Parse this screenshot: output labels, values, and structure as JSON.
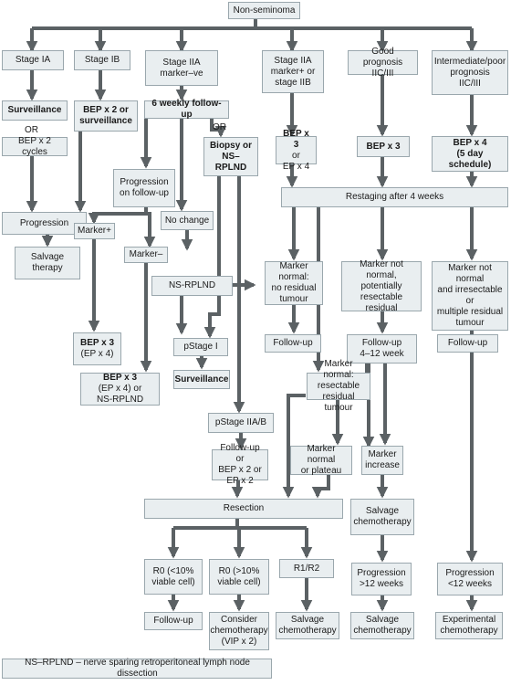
{
  "nodes": {
    "top": "Non-seminoma",
    "stage_ia": "Stage IA",
    "stage_ib": "Stage IB",
    "stage_iia_neg": "Stage IIA\nmarker–ve",
    "stage_iia_pos": "Stage IIA\nmarker+ or\nstage IIB",
    "good_prog": "Good prognosis\nIIC/III",
    "int_poor_prog": "Intermediate/poor\nprognosis\nIIC/III",
    "surveillance_1": "Surveillance",
    "or_1": "OR",
    "bep2_cycles": "BEP x 2 cycles",
    "bep2_or_surv": "BEP x 2 or\nsurveillance",
    "weekly_fu": "6 weekly follow-up",
    "or_2": "OR",
    "biopsy": "Biopsy or\nNS–RPLND",
    "progression_fu": "Progression\non follow-up",
    "progression": "Progression",
    "no_change": "No change",
    "marker_plus": "Marker+",
    "marker_minus": "Marker–",
    "salvage_therapy": "Salvage\ntherapy",
    "ns_rplnd": "NS-RPLND",
    "bep3_a_bold": "BEP x 3",
    "bep3_a_sub": "(EP x 4)",
    "bep3_b_bold": "BEP x 3",
    "bep3_b_rest": "(EP x 4) or\nNS-RPLND",
    "pstage1": "pStage I",
    "surveillance_2": "Surveillance",
    "bep3_c_bold": "BEP x 3",
    "bep3_c_rest": "or\nEP x 4",
    "bep3_d": "BEP x 3",
    "bep4": "BEP x 4\n(5 day schedule)",
    "restaging": "Restaging after 4 weeks",
    "marker_normal_none": "Marker normal:\nno residual\ntumour",
    "marker_not_normal_res": "Marker not\nnormal, potentially\nresectable residual",
    "marker_not_normal_irres": "Marker not normal\nand irresectable or\nmultiple residual\ntumour",
    "followup_1": "Follow-up",
    "followup_4_12": "Follow-up\n4–12 week",
    "followup_2": "Follow-up",
    "marker_normal_res": "Marker normal:\nresectable\nresidual tumour",
    "pstage_iiab": "pStage IIA/B",
    "fu_or_bep": "Follow-up or\nBEP x 2 or\nEP x 2",
    "marker_normal_plateau": "Marker normal\nor plateau",
    "marker_increase": "Marker\nincrease",
    "resection": "Resection",
    "salvage_chemo_1": "Salvage\nchemotherapy",
    "r0_lt10": "R0 (<10%\nviable cell)",
    "r0_gt10": "R0 (>10%\nviable cell)",
    "r1r2": "R1/R2",
    "prog_gt12": "Progression\n>12 weeks",
    "prog_lt12": "Progression\n<12 weeks",
    "followup_3": "Follow-up",
    "consider_chemo": "Consider\nchemotherapy\n(VIP x 2)",
    "salvage_chemo_2": "Salvage\nchemotherapy",
    "salvage_chemo_3": "Salvage\nchemotherapy",
    "experimental_chemo": "Experimental\nchemotherapy"
  },
  "footnote": "NS–RPLND – nerve sparing retroperitoneal lymph node dissection",
  "colors": {
    "box_fill": "#e9eef0",
    "box_border": "#9aa7ad",
    "arrow": "#5b6164"
  }
}
